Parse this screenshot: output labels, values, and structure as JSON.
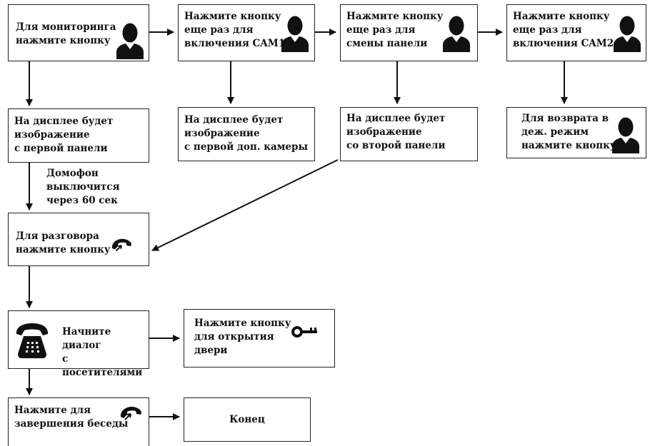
{
  "boxes": {
    "monitor": "Для мониторинга\nнажмите кнопку",
    "cam1": "Нажмите кнопку\nеще раз для\nвключения CAM1",
    "panel_switch": "Нажмите кнопку\nеще раз для\nсмены панели",
    "cam2": "Нажмите кнопку\nеще раз для\nвключения CAM2",
    "display_panel1": "На дисплее будет\nизображение\nс первой панели",
    "display_cam1": "На дисплее будет\nизображение\nс первой доп. камеры",
    "display_panel2": "На дисплее будет\nизображение\nсо второй панели",
    "return_standby": "Для возврата в\nдеж. режим\nнажмите кнопку",
    "talk": "Для разговора\nнажмите кнопку",
    "dialog": "Начните диалог\nс посетителями",
    "open_door": "Нажмите кнопку\nдля открытия\nдвери",
    "end_call": "Нажмите для\nзавершения беседы",
    "end": "Конец"
  },
  "notes": {
    "auto_off": "Домофон\nвыключится\nчерез 60 сек"
  },
  "icons": {
    "monitor": "person-icon",
    "cam1": "person-icon",
    "panel_switch": "person-icon",
    "cam2": "person-icon",
    "return_standby": "person-icon",
    "talk": "handset-icon",
    "dialog": "telephone-icon",
    "open_door": "key-icon",
    "end_call": "handset-icon"
  }
}
